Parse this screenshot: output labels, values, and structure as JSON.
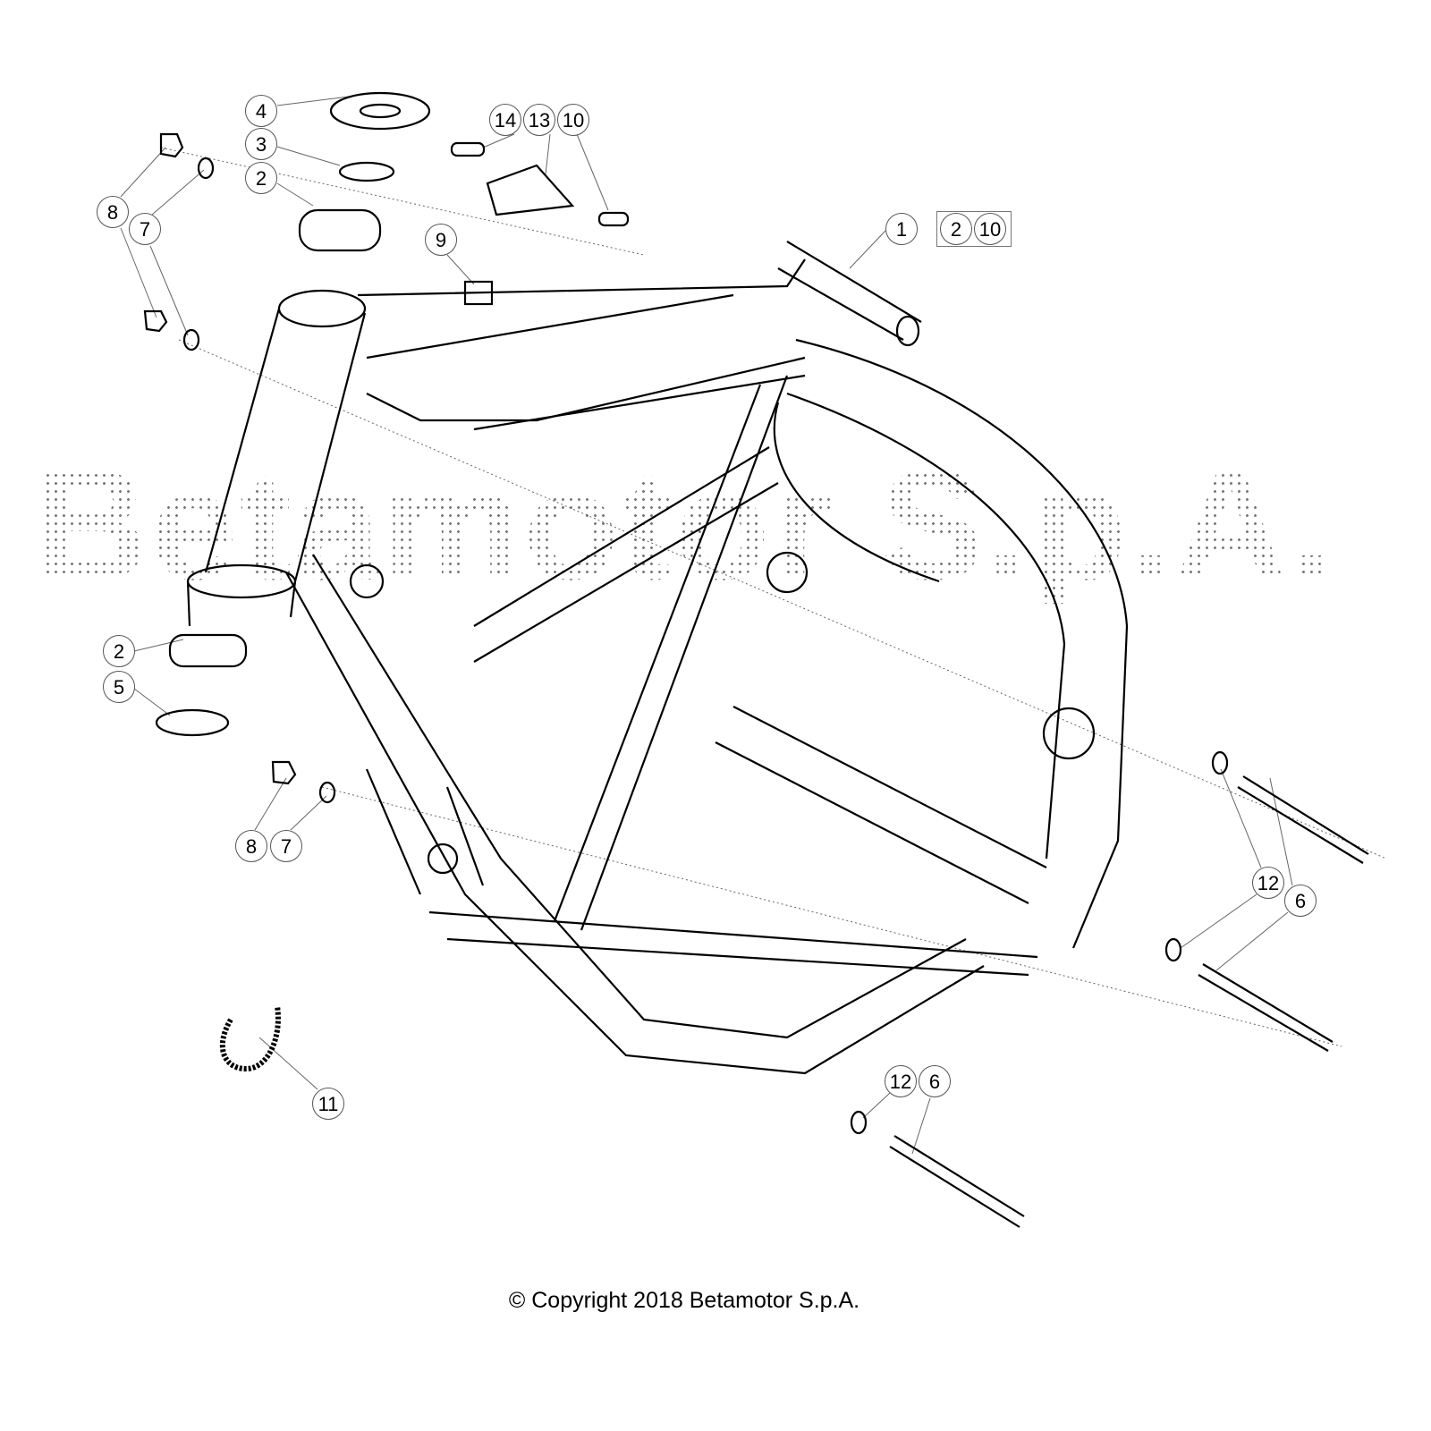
{
  "watermark": "Betamotor S.p.A.",
  "copyright": "© Copyright 2018 Betamotor S.p.A.",
  "callouts": [
    {
      "label": "4"
    },
    {
      "label": "3"
    },
    {
      "label": "2"
    },
    {
      "label": "8"
    },
    {
      "label": "7"
    },
    {
      "label": "14"
    },
    {
      "label": "13"
    },
    {
      "label": "10"
    },
    {
      "label": "9"
    },
    {
      "label": "1"
    },
    {
      "label": "2"
    },
    {
      "label": "10"
    },
    {
      "label": "2"
    },
    {
      "label": "5"
    },
    {
      "label": "8"
    },
    {
      "label": "7"
    },
    {
      "label": "12"
    },
    {
      "label": "6"
    },
    {
      "label": "11"
    },
    {
      "label": "12"
    },
    {
      "label": "6"
    }
  ]
}
